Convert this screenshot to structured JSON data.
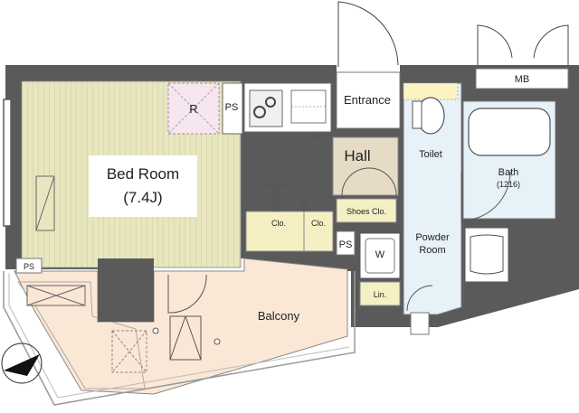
{
  "rooms": {
    "bedroom_name": "Bed Room",
    "bedroom_size": "(7.4J)",
    "entrance": "Entrance",
    "hall": "Hall",
    "toilet": "Toilet",
    "bath": "Bath",
    "bath_size": "(1216)",
    "powder_room_line1": "Powder",
    "powder_room_line2": "Room",
    "balcony": "Balcony"
  },
  "fixtures": {
    "refrigerator": "R",
    "ps_bed": "PS",
    "ps_left": "PS",
    "ps_hall": "PS",
    "closet_1": "Clo.",
    "closet_2": "Clo.",
    "shoes_closet": "Shoes Clo.",
    "washer": "W",
    "linen": "Lin.",
    "mb": "MB"
  },
  "colors": {
    "wall": "#5a5a5a",
    "bedroom_floor": "#e8e6bf",
    "hall_floor": "#e6dcc6",
    "wet_area": "#e6f1f8",
    "balcony_floor": "#fbe7d6",
    "closet_floor": "#f4f0c3",
    "kitchen_floor": "#f6e6ee"
  }
}
